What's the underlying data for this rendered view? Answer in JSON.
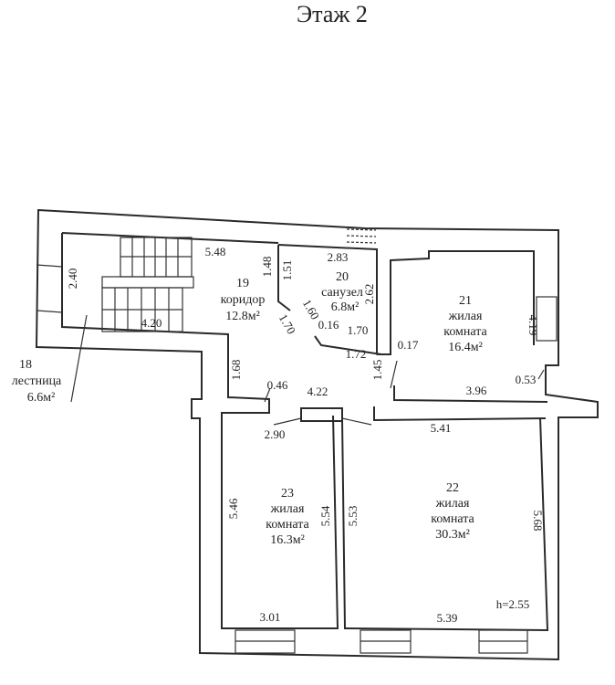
{
  "title": "Этаж 2",
  "ceiling_height": "h=2.55",
  "rooms": [
    {
      "number": "18",
      "name": "лестница",
      "area": "6.6м²"
    },
    {
      "number": "19",
      "name": "коридор",
      "area": "12.8м²"
    },
    {
      "number": "20",
      "name": "санузел",
      "area": "6.8м²"
    },
    {
      "number": "21",
      "name": "жилая",
      "name2": "комната",
      "area": "16.4м²"
    },
    {
      "number": "22",
      "name": "жилая",
      "name2": "комната",
      "area": "30.3м²"
    },
    {
      "number": "23",
      "name": "жилая",
      "name2": "комната",
      "area": "16.3м²"
    }
  ],
  "dimensions": {
    "d548": "5.48",
    "d240": "2.40",
    "d420": "4.20",
    "d148": "1.48",
    "d151": "1.51",
    "d283": "2.83",
    "d262": "2.62",
    "d160": "1.60",
    "d170a": "1.70",
    "d016": "0.16",
    "d170b": "1.70",
    "d172": "1.72",
    "d168": "1.68",
    "d046": "0.46",
    "d422": "4.22",
    "d145": "1.45",
    "d017": "0.17",
    "d419": "4.19",
    "d053": "0.53",
    "d396": "3.96",
    "d290": "2.90",
    "d541": "5.41",
    "d546": "5.46",
    "d554": "5.54",
    "d553": "5.53",
    "d568": "5.68",
    "d301": "3.01",
    "d539": "5.39"
  }
}
